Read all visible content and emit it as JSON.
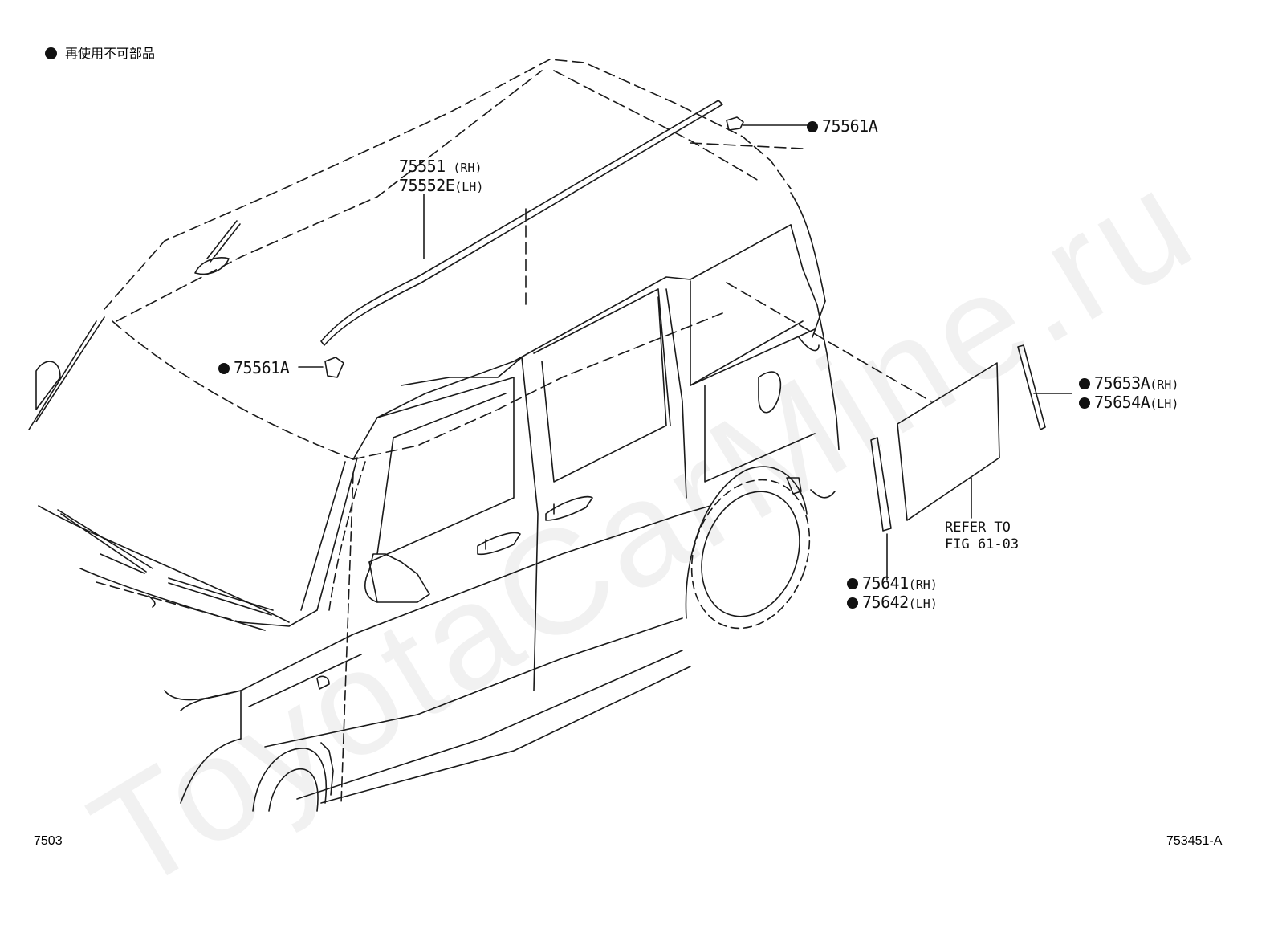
{
  "legend": {
    "marker": "●",
    "text": "再使用不可部品"
  },
  "callouts": {
    "clip_top": {
      "part": "75561A",
      "non_reusable": true
    },
    "clip_side": {
      "part": "75561A",
      "non_reusable": true
    },
    "roof_molding": {
      "lines": [
        {
          "part": "75551",
          "side": "(RH)"
        },
        {
          "part": "75552E",
          "side": "(LH)"
        }
      ]
    },
    "quarter_molding": {
      "lines": [
        {
          "part": "75653A",
          "side": "(RH)"
        },
        {
          "part": "75654A",
          "side": "(LH)"
        }
      ],
      "non_reusable": true
    },
    "pillar_molding": {
      "lines": [
        {
          "part": "75641",
          "side": "(RH)"
        },
        {
          "part": "75642",
          "side": "(LH)"
        }
      ],
      "non_reusable": true
    },
    "glass_ref": {
      "line1": "REFER TO",
      "line2": "FIG 61-03"
    }
  },
  "footer": {
    "left": "7503",
    "right": "753451-A"
  },
  "watermark": "ToyotaCarMine.ru"
}
